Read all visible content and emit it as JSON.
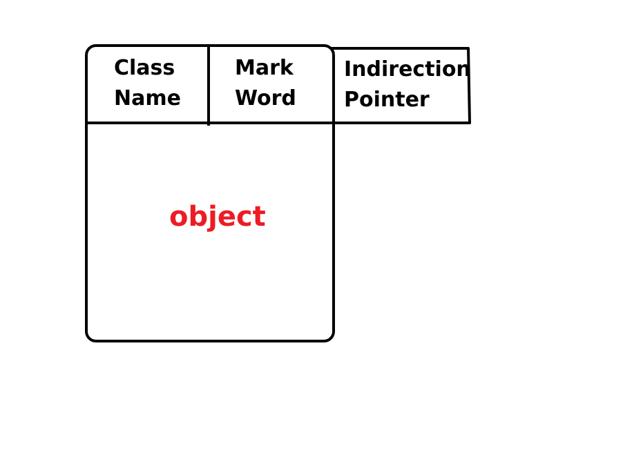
{
  "diagram": {
    "header_cells": [
      {
        "line1": "Class",
        "line2": "Name"
      },
      {
        "line1": "Mark",
        "line2": "Word"
      }
    ],
    "indirection_cell": {
      "line1": "Indirection",
      "line2": "Pointer"
    },
    "body_label": "object"
  },
  "colors": {
    "stroke": "#000000",
    "body_label": "#ed1c24",
    "background": "#ffffff"
  }
}
